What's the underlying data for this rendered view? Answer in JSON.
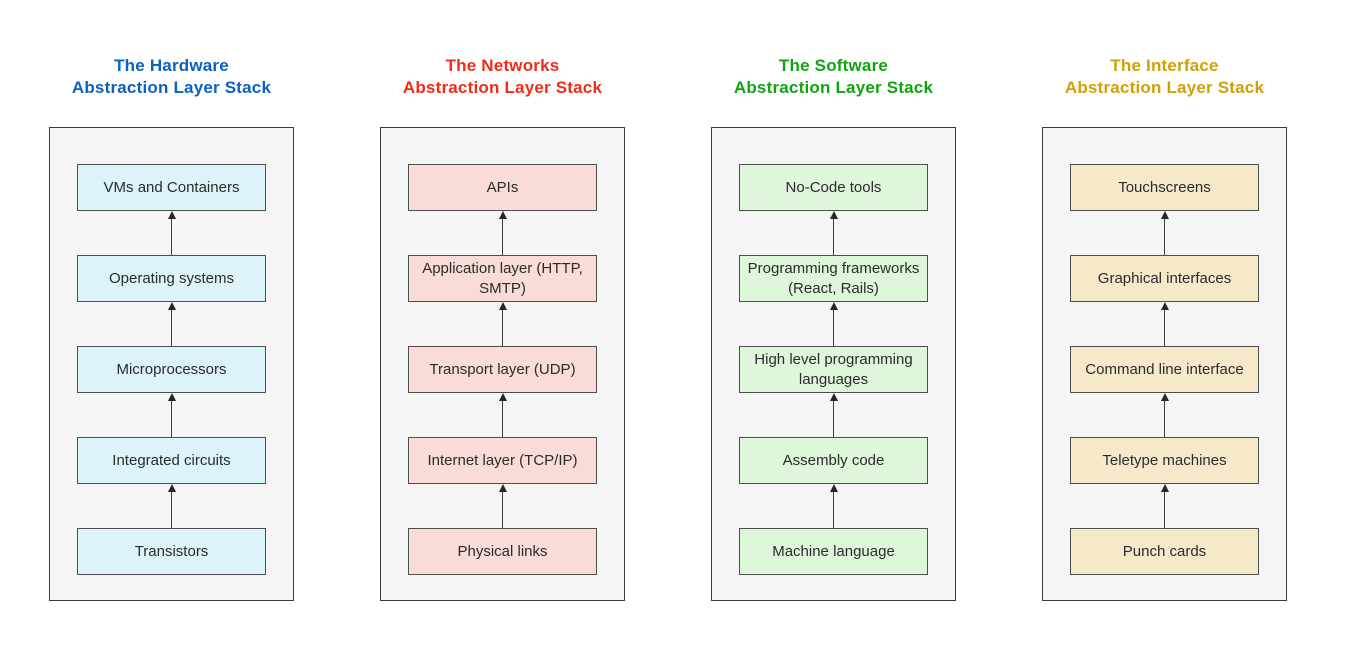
{
  "diagram": {
    "background": "#ffffff",
    "panel_fill": "#f5f5f6",
    "panel_border": "#3c3c3c",
    "box_border": "#4e4e4e",
    "text_color": "#2b2b2b",
    "arrow_color": "#3d3d3d",
    "arrow_direction": "up"
  },
  "stacks": [
    {
      "title_line1": "The Hardware",
      "title_line2": "Abstraction Layer Stack",
      "title_color": "#0d61c0",
      "box_fill": "#dcf3f9",
      "boxes": [
        "VMs and Containers",
        "Operating systems",
        "Microprocessors",
        "Integrated circuits",
        "Transistors"
      ]
    },
    {
      "title_line1": "The Networks",
      "title_line2": "Abstraction Layer Stack",
      "title_color": "#ef2c18",
      "box_fill": "#f9dbd7",
      "boxes": [
        "APIs",
        "Application layer (HTTP, SMTP)",
        "Transport layer (UDP)",
        "Internet layer (TCP/IP)",
        "Physical links"
      ]
    },
    {
      "title_line1": "The Software",
      "title_line2": "Abstraction Layer Stack",
      "title_color": "#12a312",
      "box_fill": "#def7da",
      "boxes": [
        "No-Code tools",
        "Programming frameworks (React, Rails)",
        "High level programming languages",
        "Assembly code",
        "Machine language"
      ]
    },
    {
      "title_line1": "The Interface",
      "title_line2": "Abstraction Layer Stack",
      "title_color": "#cfa00a",
      "box_fill": "#f5e9ca",
      "boxes": [
        "Touchscreens",
        "Graphical interfaces",
        "Command line interface",
        "Teletype machines",
        "Punch cards"
      ]
    }
  ]
}
